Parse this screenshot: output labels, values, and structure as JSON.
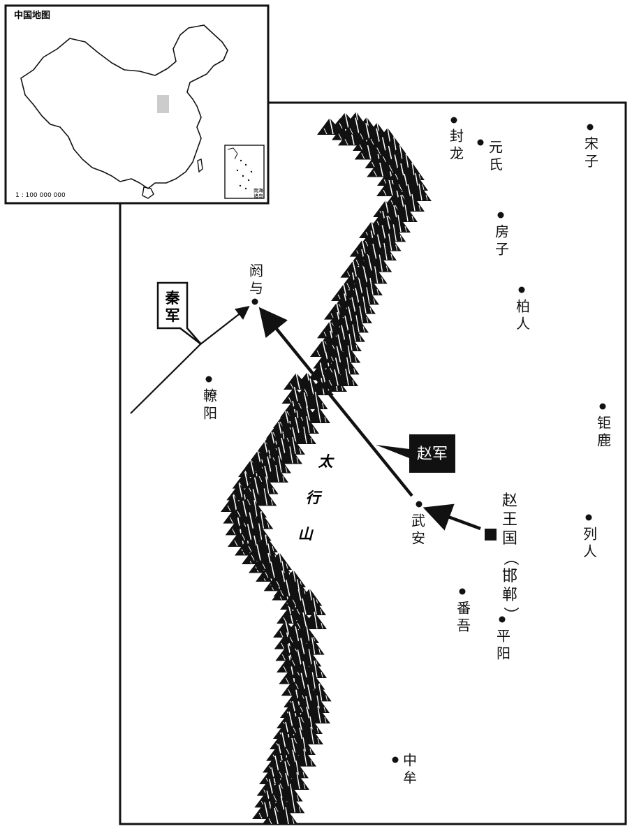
{
  "inset": {
    "title": "中国地图",
    "scale": "1 : 100 000 000",
    "south_china_sea_label": "南海诸岛"
  },
  "places": {
    "fenglong": "封龙",
    "yuanshi": "元氏",
    "songzi": "宋子",
    "fangzi": "房子",
    "boren": "柏人",
    "eyu": "阏与",
    "zhangyang": "轑阳",
    "julu": "钜鹿",
    "wuan": "武安",
    "lieren": "列人",
    "panwu": "番吾",
    "pingyang": "平阳",
    "zhongmou": "中牟"
  },
  "capital": {
    "name": "赵王国",
    "sub": "（邯郸）"
  },
  "mountain": {
    "name": "太行山"
  },
  "armies": {
    "qin": "秦军",
    "zhao": "赵军"
  },
  "colors": {
    "ink": "#111111",
    "paper": "#ffffff",
    "highlight": "#cccccc"
  },
  "icons": {
    "city": "dot-icon",
    "capital": "square-icon",
    "mountain": "mountain-peak-icon",
    "route": "arrow-icon"
  }
}
